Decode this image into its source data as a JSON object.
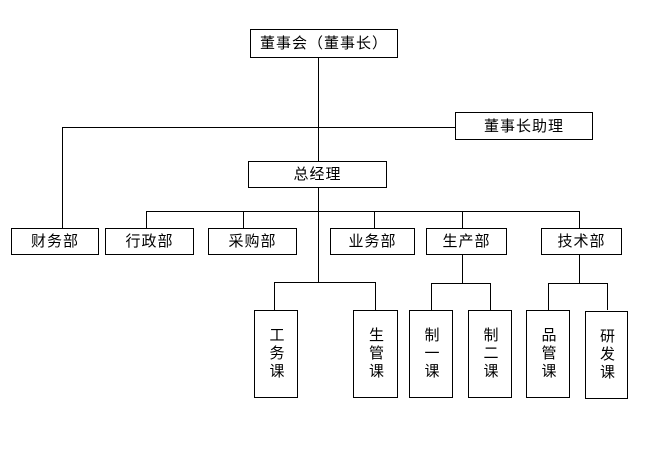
{
  "diagram": {
    "type": "org-chart",
    "background_color": "#ffffff",
    "line_color": "#000000",
    "box_border_color": "#000000",
    "text_color": "#000000",
    "nodes": {
      "board": "董事会（董事长）",
      "assistant": "董事长助理",
      "gm": "总经理",
      "dept_finance": "财务部",
      "dept_admin": "行政部",
      "dept_purchasing": "采购部",
      "dept_business": "业务部",
      "dept_production": "生产部",
      "dept_technology": "技术部",
      "sec_engineering": "工务课",
      "sec_production_mgmt": "生管课",
      "sec_mfg_1": "制一课",
      "sec_mfg_2": "制二课",
      "sec_quality": "品管课",
      "sec_rnd": "研发课"
    },
    "edges": [
      {
        "parent": "board",
        "child": "assistant"
      },
      {
        "parent": "board",
        "child": "dept_finance"
      },
      {
        "parent": "board",
        "child": "gm"
      },
      {
        "parent": "gm",
        "child": "dept_admin"
      },
      {
        "parent": "gm",
        "child": "dept_purchasing"
      },
      {
        "parent": "gm",
        "child": "dept_business"
      },
      {
        "parent": "gm",
        "child": "dept_production"
      },
      {
        "parent": "gm",
        "child": "dept_technology"
      },
      {
        "parent": "gm",
        "child": "sec_engineering"
      },
      {
        "parent": "gm",
        "child": "sec_production_mgmt"
      },
      {
        "parent": "dept_production",
        "child": "sec_mfg_1"
      },
      {
        "parent": "dept_production",
        "child": "sec_mfg_2"
      },
      {
        "parent": "dept_technology",
        "child": "sec_quality"
      },
      {
        "parent": "dept_technology",
        "child": "sec_rnd"
      }
    ]
  }
}
